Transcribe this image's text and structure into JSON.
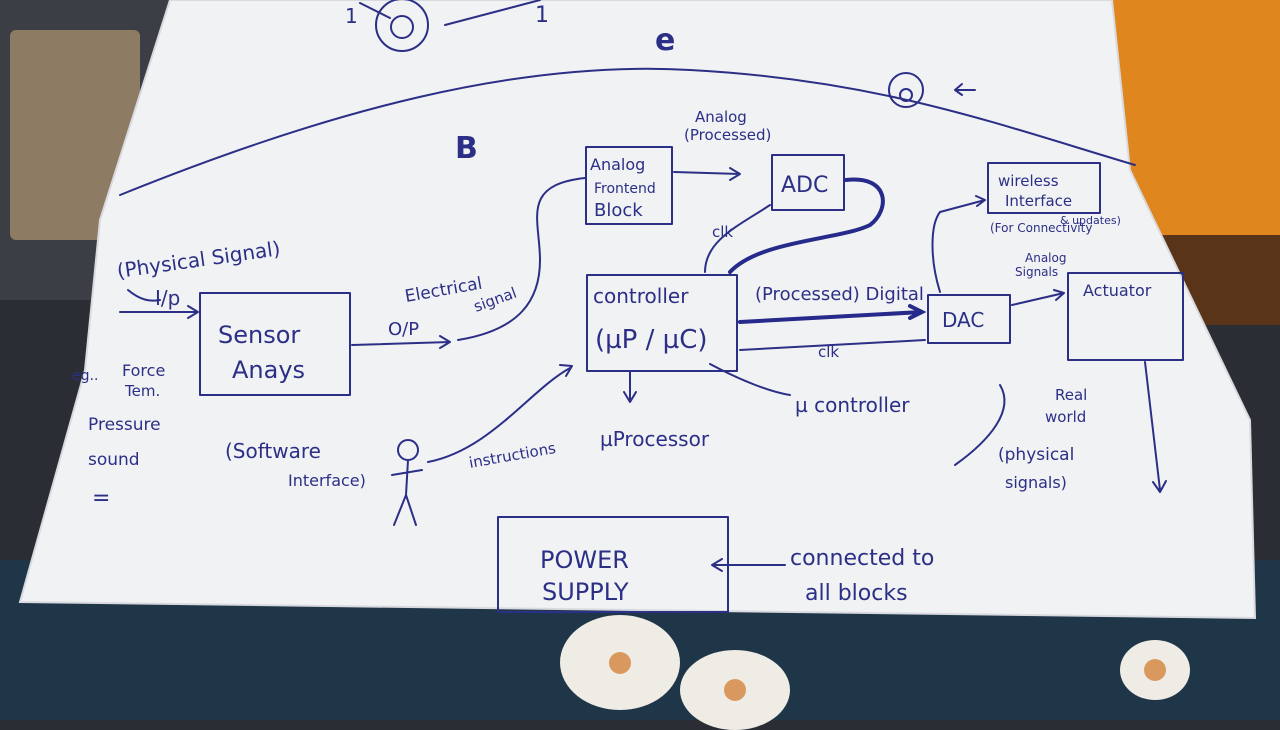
{
  "top": {
    "num_left": "1",
    "num_right": "1",
    "letter_e": "e",
    "letter_b": "B"
  },
  "blocks": {
    "sensor": [
      "Sensor",
      "Anays"
    ],
    "afe": [
      "Analog",
      "Frontend",
      "Block"
    ],
    "adc": "ADC",
    "controller": [
      "controller",
      "(µP / µC)"
    ],
    "dac": "DAC",
    "actuator": "Actuator",
    "power": [
      "POWER",
      "SUPPLY"
    ],
    "wireless": [
      "wireless",
      "Interface"
    ]
  },
  "labels": {
    "physical_signal": "(Physical Signal)",
    "ip": "I/p",
    "eg": "eg..",
    "force": "Force",
    "tem": "Tem.",
    "press": "Pressure",
    "sound": "sound",
    "etc": "=",
    "op": "O/P",
    "electrical_signal": [
      "Electrical",
      "signal"
    ],
    "analog_processed": [
      "Analog",
      "(Processed)"
    ],
    "clk_top": "clk",
    "clk_bottom": "clk",
    "processed_digital": "(Processed) Digital",
    "analog_signals": [
      "Analog",
      "Signals"
    ],
    "wireless_sub": [
      "(For Connectivity",
      "& updates)"
    ],
    "software_interface": [
      "(Software",
      "Interface)"
    ],
    "instructions": "instructions",
    "uprocessor": "µProcessor",
    "ucontroller": "µ controller",
    "real_world": [
      "Real",
      "world",
      "(physical",
      "signals)"
    ],
    "connected": [
      "connected to",
      "all blocks"
    ]
  }
}
